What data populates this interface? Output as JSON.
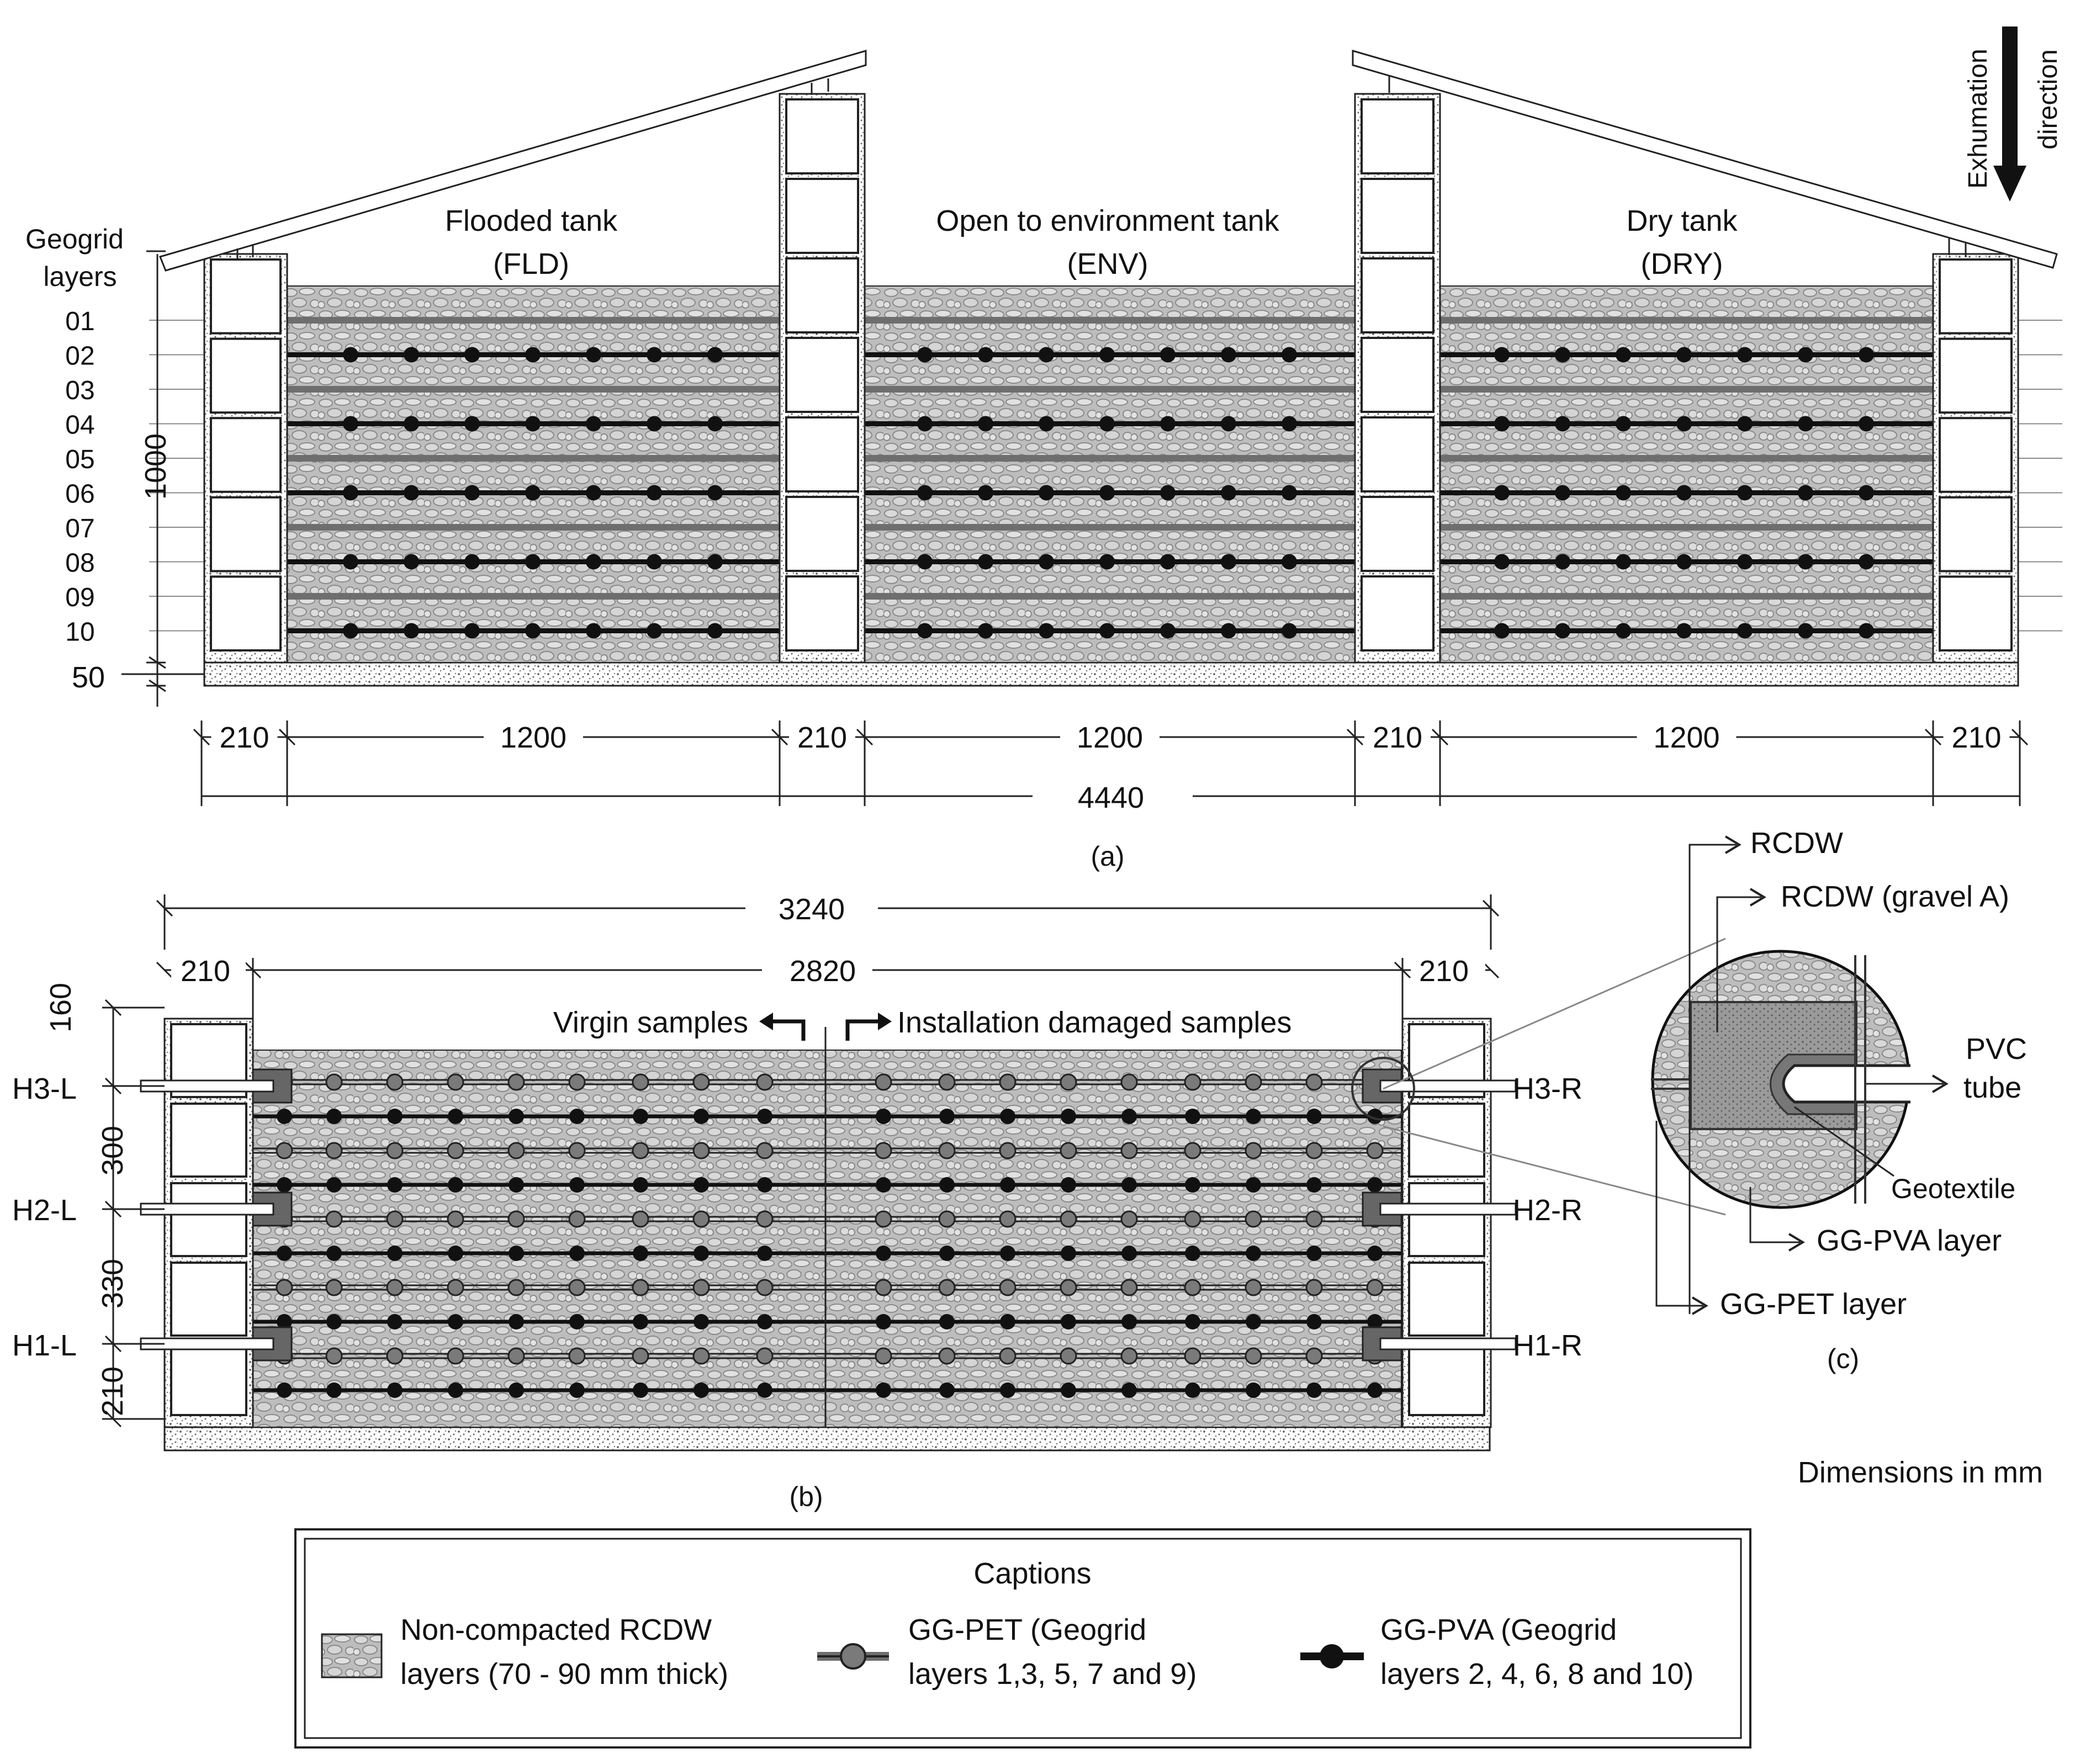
{
  "panel_a": {
    "caption": "(a)",
    "geogrid_label_1": "Geogrid",
    "geogrid_label_2": "layers",
    "layer_labels": [
      "01",
      "02",
      "03",
      "04",
      "05",
      "06",
      "07",
      "08",
      "09",
      "10"
    ],
    "tanks": [
      {
        "name": "Flooded tank",
        "code": "(FLD)"
      },
      {
        "name": "Open to environment tank",
        "code": "(ENV)"
      },
      {
        "name": "Dry tank",
        "code": "(DRY)"
      }
    ],
    "exhumation_1": "Exhumation",
    "exhumation_2": "direction",
    "dim_height": "1000",
    "dim_base": "50",
    "dim_wall": "210",
    "dim_tank": "1200",
    "dim_total": "4440"
  },
  "panel_b": {
    "caption": "(b)",
    "dim_total": "3240",
    "dim_inner": "2820",
    "dim_wall": "210",
    "dim_160": "160",
    "dim_300": "300",
    "dim_330": "330",
    "dim_210": "210",
    "virgin": "Virgin samples",
    "damaged": "Installation damaged samples",
    "left_ports": [
      "H3-L",
      "H2-L",
      "H1-L"
    ],
    "right_ports": [
      "H3-R",
      "H2-R",
      "H1-R"
    ]
  },
  "panel_c": {
    "caption": "(c)",
    "rcdw": "RCDW",
    "rcdw_gravel": "RCDW (gravel A)",
    "pvc_1": "PVC",
    "pvc_2": "tube",
    "geotextile": "Geotextile",
    "gg_pva": "GG-PVA layer",
    "gg_pet": "GG-PET layer"
  },
  "dimensions_note": "Dimensions in mm",
  "legend": {
    "title": "Captions",
    "items": [
      {
        "line1": "Non-compacted RCDW",
        "line2": "layers (70 - 90 mm thick)"
      },
      {
        "line1": "GG-PET (Geogrid",
        "line2": "layers 1,3, 5, 7 and 9)"
      },
      {
        "line1": "GG-PVA (Geogrid",
        "line2": "layers 2, 4, 6, 8 and 10)"
      }
    ]
  }
}
